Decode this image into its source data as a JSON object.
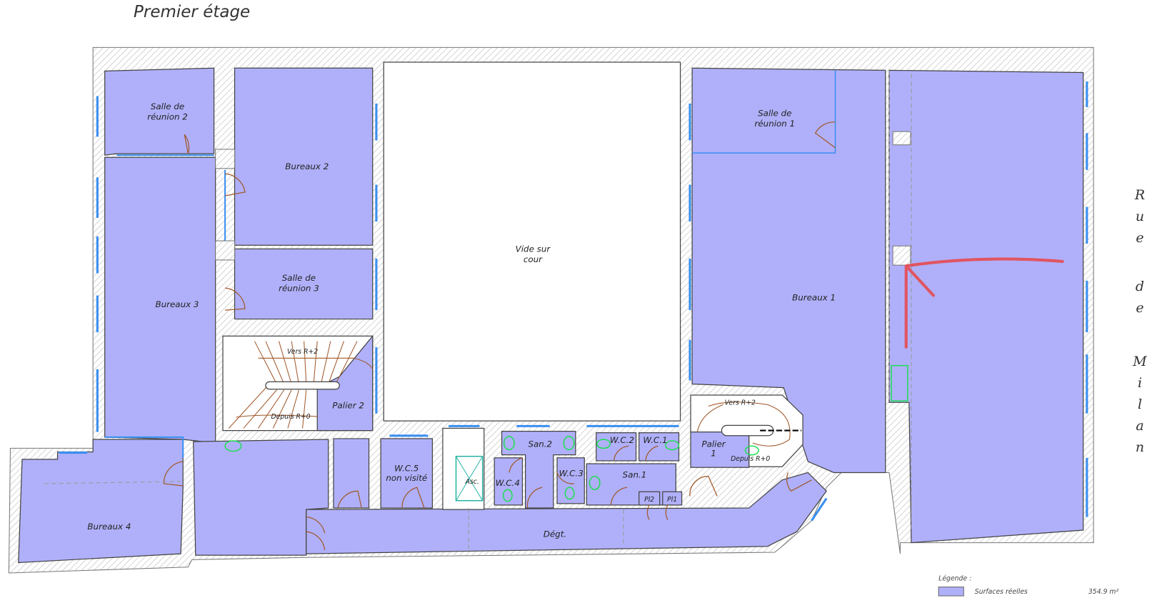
{
  "header": {
    "title": "Premier étage"
  },
  "street": {
    "rue": "Rue",
    "de": "de",
    "milan": "Milan"
  },
  "rooms": {
    "salle_reunion_2": [
      "Salle  de",
      "réunion  2"
    ],
    "bureaux_2": "Bureaux  2",
    "salle_reunion_3": [
      "Salle  de",
      "réunion  3"
    ],
    "bureaux_3": "Bureaux  3",
    "bureaux_4": "Bureaux  4",
    "vide_sur_cour": [
      "Vide  sur",
      "cour"
    ],
    "salle_reunion_1": [
      "Salle  de",
      "réunion  1"
    ],
    "bureaux_1": "Bureaux  1",
    "palier_2": "Palier  2",
    "palier_1": [
      "Palier",
      "1"
    ],
    "stair2_up": "Vers  R+2",
    "stair2_from": "Depuis  R+0",
    "stair1_up": "Vers  R+2",
    "stair1_from": "Depuis  R+0",
    "wc5": [
      "W.C.5",
      "non  visité"
    ],
    "asc": "Asc.",
    "san2": "San.2",
    "wc4": "W.C.4",
    "wc3": "W.C.3",
    "wc2": "W.C.2",
    "wc1": "W.C.1",
    "san1": "San.1",
    "pl2": "Pl2",
    "pl1": "Pl1",
    "degt": "Dégt."
  },
  "legend": {
    "title": "Légende :",
    "items": [
      {
        "label": "Surfaces réelles",
        "value": "354.9 m²",
        "color": "#b0b0fa"
      }
    ]
  },
  "colors": {
    "surface": "#b0b0fa",
    "window": "#3a8ff0",
    "door": "#a0582a",
    "sanitary": "#22dd55",
    "annotation": "#e05560"
  }
}
